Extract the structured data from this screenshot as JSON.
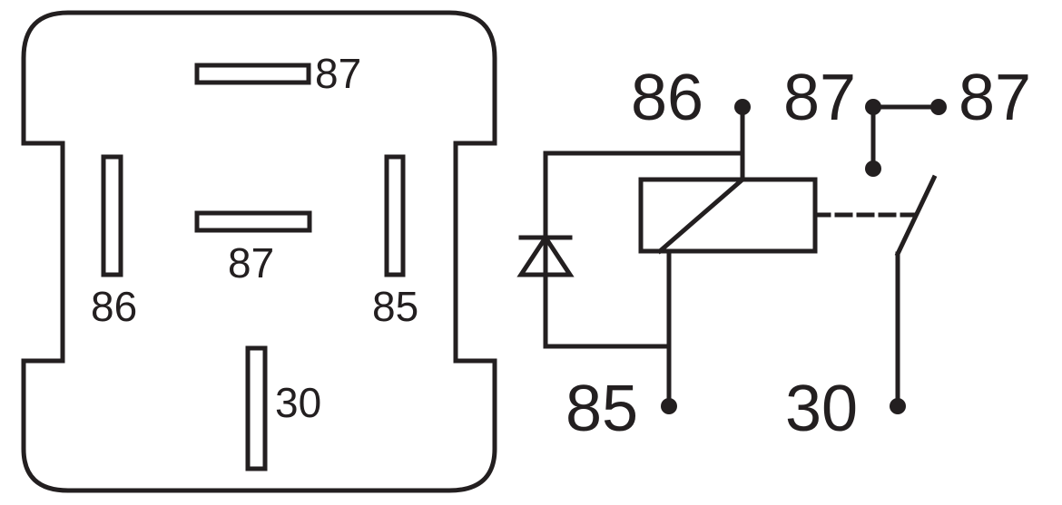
{
  "pinout": {
    "pin_top_87": "87",
    "pin_center_87": "87",
    "pin_left_86": "86",
    "pin_right_85": "85",
    "pin_bottom_30": "30"
  },
  "schematic": {
    "terminal_86": "86",
    "terminal_87": "87",
    "terminal_87b": "87",
    "terminal_85": "85",
    "terminal_30": "30"
  },
  "colors": {
    "ink": "#231f20",
    "background": "#ffffff"
  }
}
